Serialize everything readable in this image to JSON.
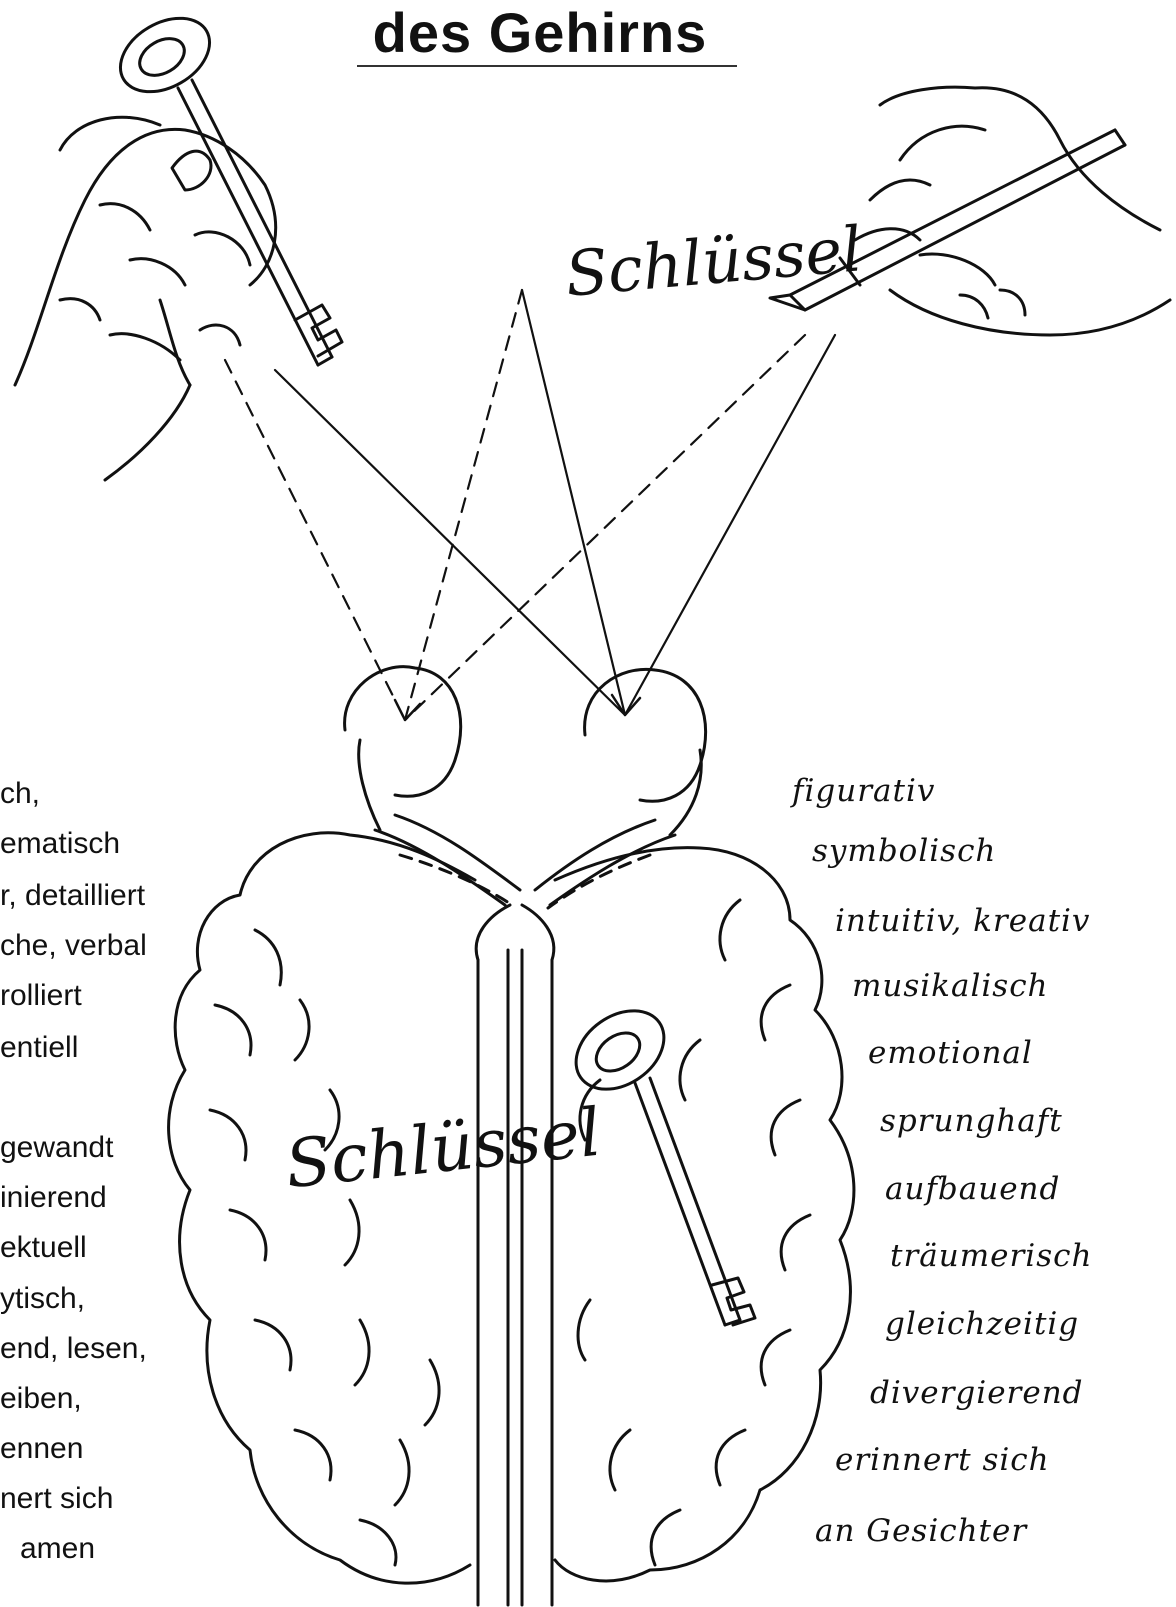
{
  "title": "des Gehirns",
  "left_words": [
    "ch,",
    "ematisch",
    "r, detailliert",
    "che, verbal",
    "rolliert",
    "entiell",
    "gewandt",
    "inierend",
    "ektuell",
    "ytisch,",
    "end, lesen,",
    "eiben,",
    "ennen",
    "nert sich",
    "amen"
  ],
  "right_words": [
    "figurativ",
    "symbolisch",
    "intuitiv, kreativ",
    "musikalisch",
    "emotional",
    "sprunghaft",
    "aufbauend",
    "träumerisch",
    "gleichzeitig",
    "divergierend",
    "erinnert sich",
    "an Gesichter"
  ],
  "word_upper": "Schlüssel",
  "word_brain": "Schlüssel",
  "icons": [
    "hand-holding-key",
    "hand-writing-with-pencil",
    "brain-illustration",
    "key-in-brain"
  ]
}
